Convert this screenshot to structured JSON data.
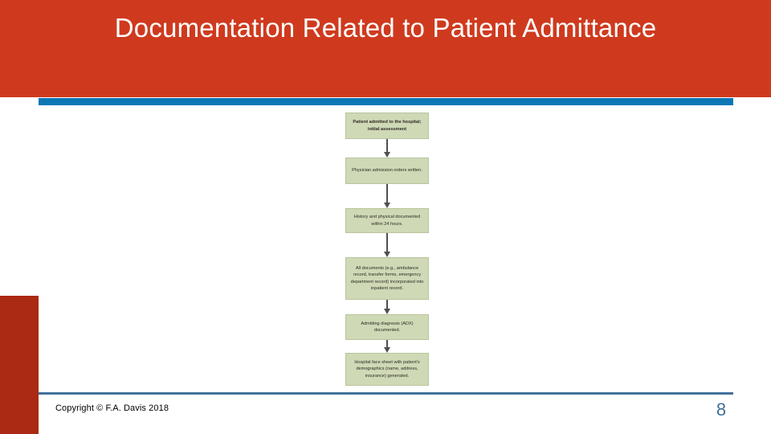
{
  "slide": {
    "title": "Documentation Related to Patient Admittance",
    "colors": {
      "header_red": "#cf3a1e",
      "header_rule_blue": "#0c77b5",
      "left_accent_red": "#aa2a13",
      "footer_rule_blue": "#41719c",
      "page_number_blue": "#3f6f9a",
      "box_green": "#cfd9b6",
      "arrow_gray": "#4f4f4f"
    }
  },
  "footer": {
    "copyright": "Copyright © F.A. Davis 2018",
    "page_number": "8"
  },
  "flowchart": {
    "type": "flow",
    "orientation": "vertical-top-down",
    "steps": [
      {
        "id": "step-1",
        "text": "Patient admitted to the hospital; initial assessment"
      },
      {
        "id": "step-2",
        "text": "Physician admission orders written."
      },
      {
        "id": "step-3",
        "text": "History and physical documented within 24 hours."
      },
      {
        "id": "step-4",
        "text": "All documents (e.g., ambulance record, transfer forms, emergency department record) incorporated into inpatient record."
      },
      {
        "id": "step-5",
        "text": "Admitting diagnosis (ADX) documented."
      },
      {
        "id": "step-6",
        "text": "Hospital face sheet with patient's demographics (name, address, insurance) generated."
      }
    ],
    "connector_label": "down-arrow"
  }
}
